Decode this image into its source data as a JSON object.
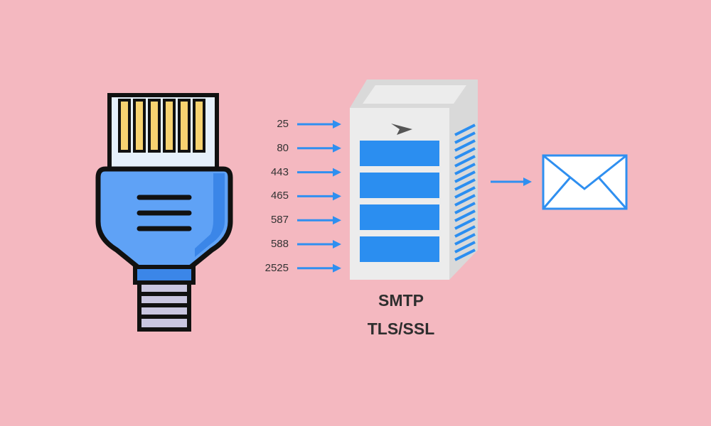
{
  "colors": {
    "background": "#f4b8c0",
    "plug_blue": "#5fa2f6",
    "plug_blue_dark": "#3b86e8",
    "pins": "#f7d270",
    "pin_housing": "#e6f0fb",
    "plug_ferrule": "#c9c6e0",
    "outline": "#111111",
    "arrow": "#2f8ff0",
    "server_face": "#ececec",
    "server_side": "#d9d9d9",
    "server_slot": "#2b8ef0",
    "caption": "#2e2e2e"
  },
  "icons": {
    "connector": "ethernet-plug-icon",
    "server": "mail-server-icon",
    "logo": "paper-plane-icon",
    "envelope": "envelope-icon"
  },
  "ports": [
    "25",
    "80",
    "443",
    "465",
    "587",
    "588",
    "2525"
  ],
  "caption": {
    "line1": "SMTP",
    "line2": "TLS/SSL"
  }
}
